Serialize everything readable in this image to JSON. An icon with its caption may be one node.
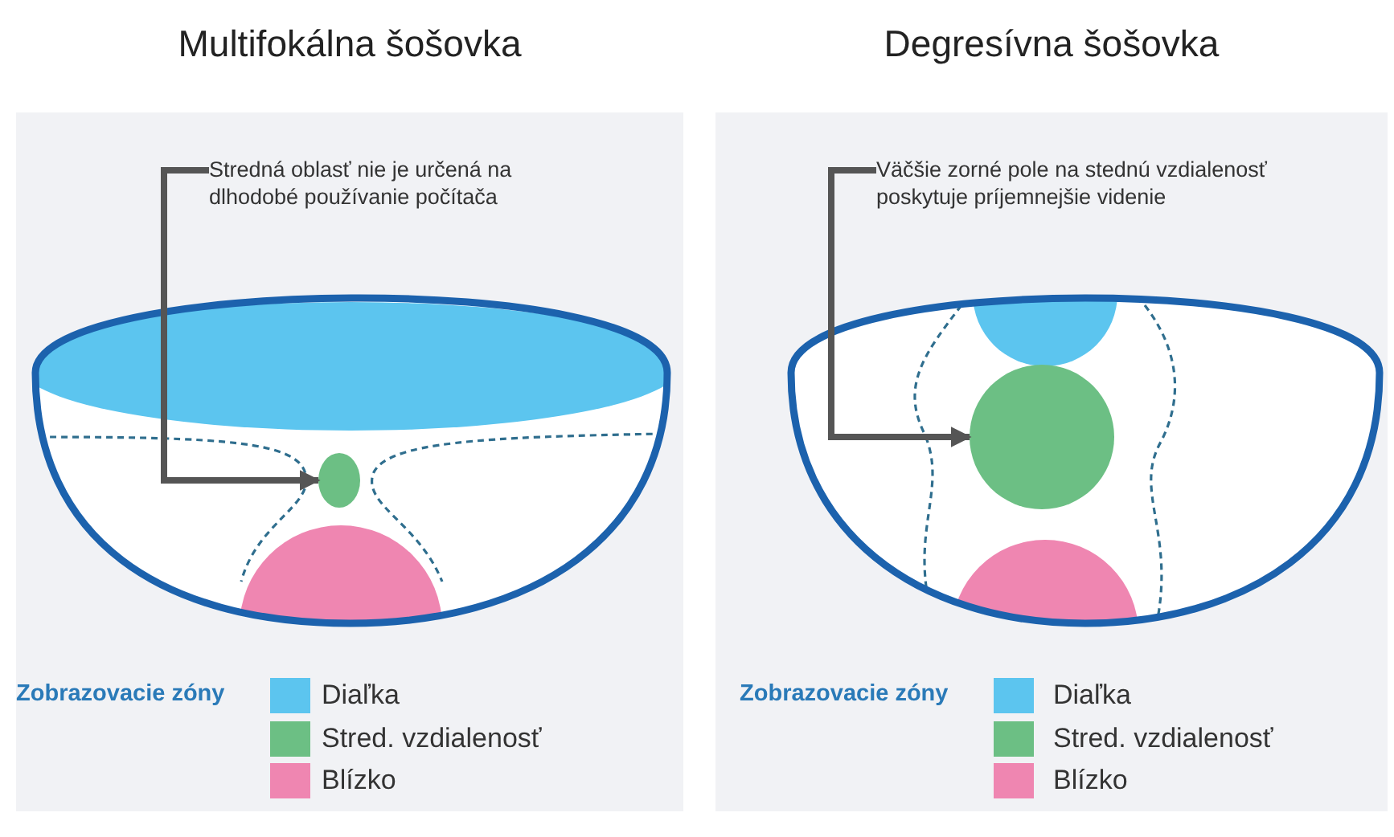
{
  "diagram": {
    "nodes": [
      {
        "text": [
          "Multifokálna šošovka"
        ]
      },
      {
        "text": [
          "Stredná oblasť nie je určená na dlhodobé používanie počítača"
        ],
        "in": 0
      },
      {
        "text": [],
        "shape": "circle",
        "in": 0
      },
      {
        "text": [
          "Degresívna šošovka"
        ]
      },
      {
        "text": [
          "Väčšie zorné pole na stednú vzdialenosť poskytuje príjemnejšie videnie"
        ],
        "in": 3
      },
      {
        "text": [],
        "shape": "circle",
        "in": 3
      }
    ],
    "edges": [
      {
        "from": 1,
        "to": 2,
        "arrow": "to"
      },
      {
        "from": 4,
        "to": 5,
        "arrow": "to"
      }
    ],
    "labels": [
      "Zobrazovacie zóny",
      "Zobrazovacie zóny"
    ],
    "legend": [
      {
        "text": "Diaľka",
        "color": "#5cc5ef"
      },
      {
        "text": "Stred. vzdialenosť",
        "color": "#6cbf84"
      },
      {
        "text": "Blízko",
        "color": "#ef86b1"
      },
      {
        "text": "Diaľka",
        "color": "#5cc5ef"
      },
      {
        "text": "Stred. vzdialenosť",
        "color": "#6cbf84"
      },
      {
        "text": "Blízko",
        "color": "#ef86b1"
      }
    ]
  }
}
